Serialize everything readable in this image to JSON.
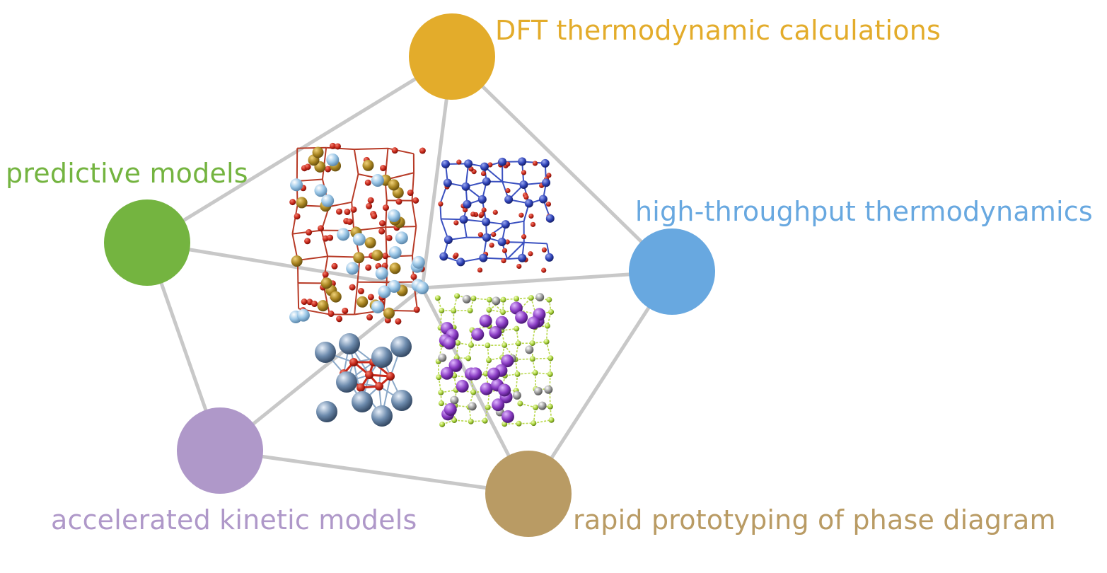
{
  "diagram": {
    "nodes": [
      {
        "id": "dft",
        "label": "DFT thermodynamic calculations",
        "color": "#E3AC2B"
      },
      {
        "id": "ht",
        "label": "high-throughput thermodynamics",
        "color": "#68A8E0"
      },
      {
        "id": "pred",
        "label": "predictive models",
        "color": "#74B440"
      },
      {
        "id": "akm",
        "label": "accelerated kinetic models",
        "color": "#AF98C9"
      },
      {
        "id": "rp",
        "label": "rapid prototyping of phase diagram",
        "color": "#B99B64"
      }
    ],
    "edges": [
      [
        "dft",
        "pred"
      ],
      [
        "dft",
        "ht"
      ],
      [
        "pred",
        "akm"
      ],
      [
        "akm",
        "rp"
      ],
      [
        "rp",
        "ht"
      ],
      [
        "dft",
        "hub"
      ],
      [
        "pred",
        "hub"
      ],
      [
        "ht",
        "hub"
      ],
      [
        "akm",
        "hub"
      ],
      [
        "rp",
        "hub"
      ]
    ],
    "edge_color": "#C8C8C8",
    "crystal_structures": [
      {
        "id": "structure-brown-red-lightblue",
        "colors": [
          "#A88420",
          "#C8281A",
          "#9CC8E8"
        ]
      },
      {
        "id": "structure-blue-red",
        "colors": [
          "#2F43B8",
          "#C8281A"
        ]
      },
      {
        "id": "structure-steelblue-red",
        "colors": [
          "#6E8CAE",
          "#C8281A"
        ]
      },
      {
        "id": "structure-purple-green",
        "colors": [
          "#8A3CC4",
          "#A8D23A",
          "#9A9A9A"
        ]
      }
    ]
  }
}
